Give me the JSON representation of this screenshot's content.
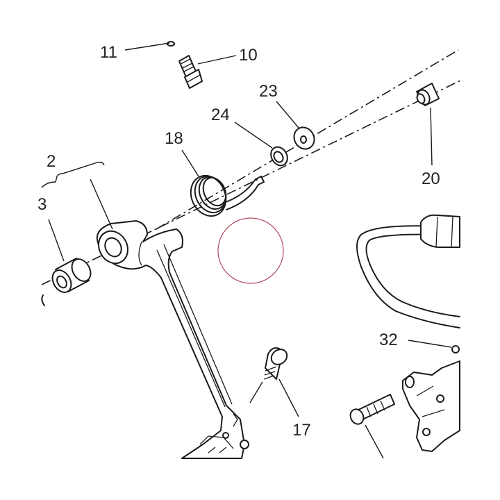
{
  "diagram": {
    "accent_color": "#b0485a",
    "callouts": {
      "c11": "11",
      "c10": "10",
      "c23": "23",
      "c24": "24",
      "c18": "18",
      "c2": "2",
      "c3": "3",
      "c20": "20",
      "c32": "32",
      "c17": "17"
    }
  }
}
